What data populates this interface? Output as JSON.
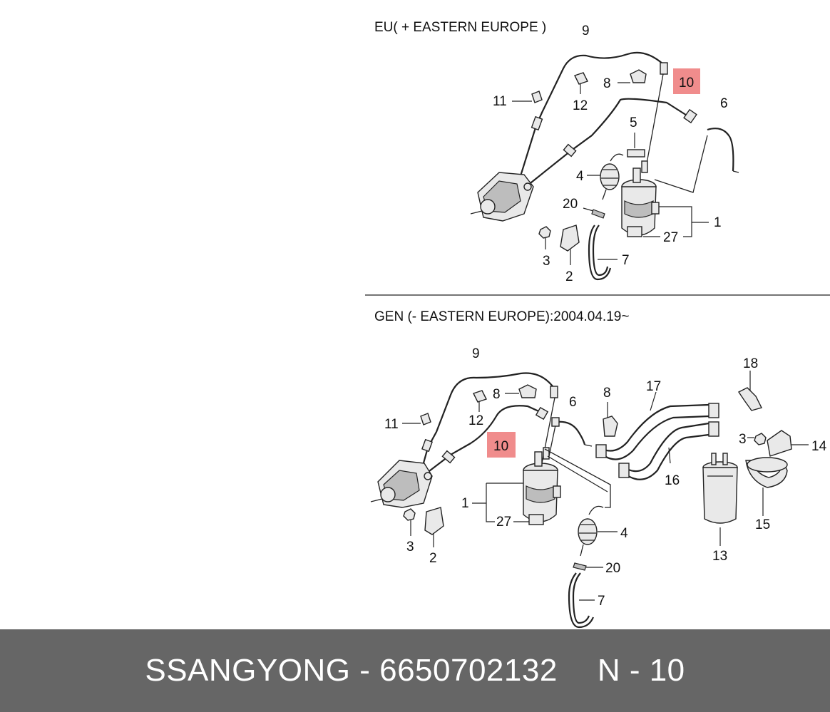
{
  "sections": {
    "eu": {
      "title": "EU( + EASTERN EUROPE )"
    },
    "gen": {
      "title": "GEN (- EASTERN EUROPE):2004.04.19~"
    }
  },
  "callouts": {
    "eu": {
      "c9": "9",
      "c8": "8",
      "c10": "10",
      "c6": "6",
      "c11": "11",
      "c12": "12",
      "c5": "5",
      "c4": "4",
      "c20": "20",
      "c1": "1",
      "c27": "27",
      "c3": "3",
      "c2": "2",
      "c7": "7"
    },
    "gen": {
      "c9": "9",
      "c8a": "8",
      "c6": "6",
      "c8b": "8",
      "c17": "17",
      "c18": "18",
      "c11": "11",
      "c12": "12",
      "c10": "10",
      "c3b": "3",
      "c14": "14",
      "c1": "1",
      "c16": "16",
      "c27": "27",
      "c15": "15",
      "c4": "4",
      "c3": "3",
      "c2": "2",
      "c13": "13",
      "c20": "20",
      "c7": "7"
    }
  },
  "highlight_color": "#f08c8c",
  "footer": {
    "brand": "SSANGYONG",
    "separator": "-",
    "part_number": "6650702132",
    "ref": "N - 10"
  }
}
